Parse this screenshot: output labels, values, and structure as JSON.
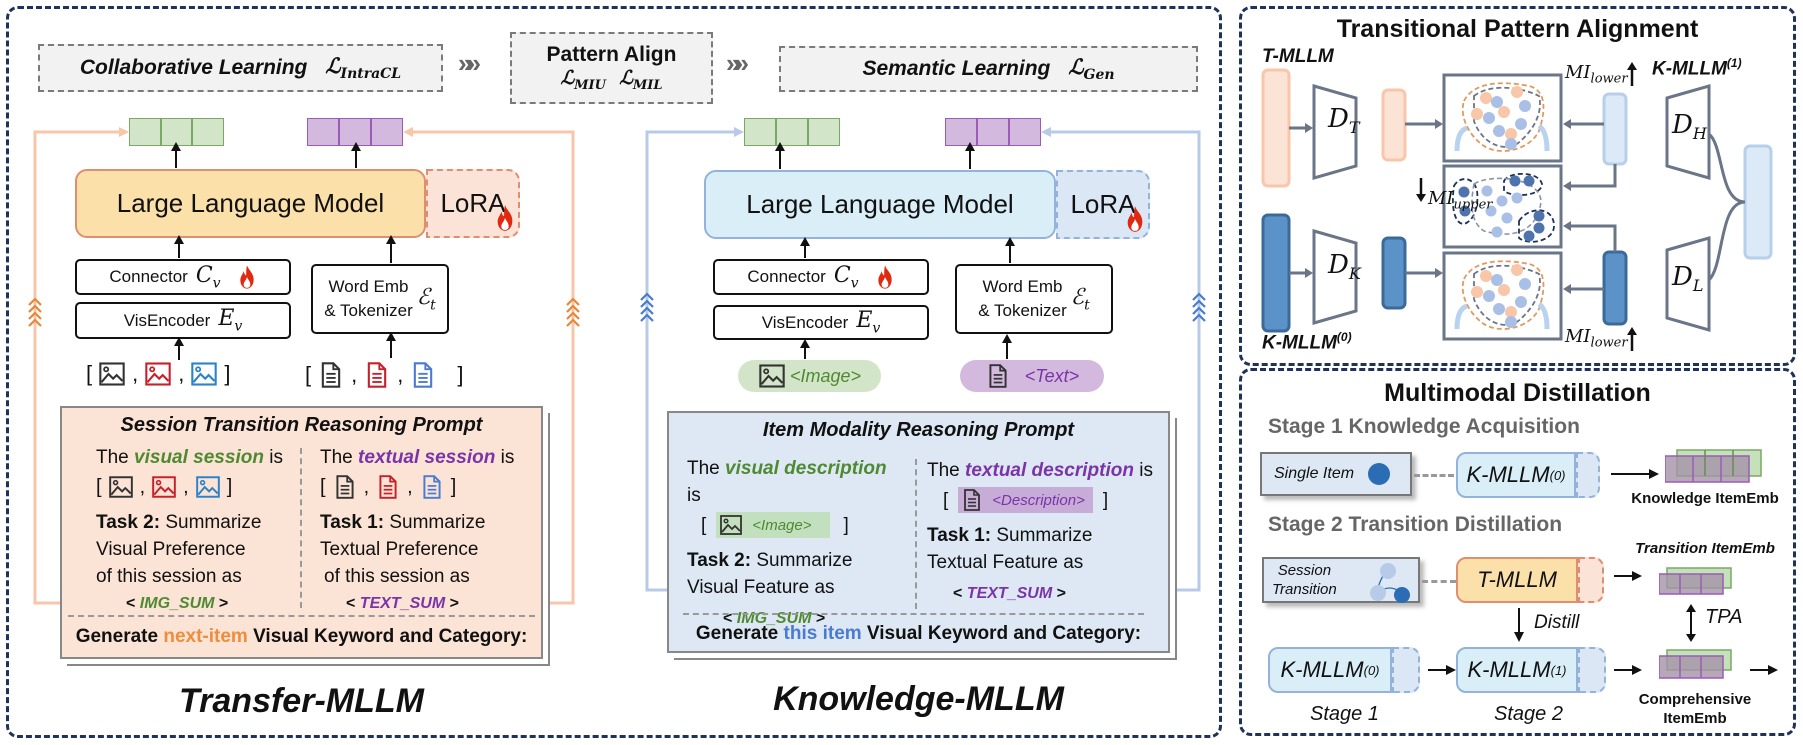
{
  "top_losses": {
    "collaborative": {
      "label": "Collaborative  Learning",
      "symbol": "ℒ",
      "sub": "IntraCL"
    },
    "pattern": {
      "label": "Pattern Align",
      "symbol1": "ℒ",
      "sub1": "MIU",
      "symbol2": "ℒ",
      "sub2": "MIL"
    },
    "semantic": {
      "label": "Semantic Learning",
      "symbol": "ℒ",
      "sub": "Gen"
    },
    "chevrons": "»»"
  },
  "transfer": {
    "llm_label": "Large Language Model",
    "lora_label": "LoRA",
    "connector": {
      "label": "Connector",
      "sym": "C",
      "sub": "v"
    },
    "visencoder": {
      "label": "VisEncoder",
      "sym": "E",
      "sub": "v"
    },
    "wordemb": {
      "line1": "Word Emb",
      "line2": "& Tokenizer",
      "sym": "ℰ",
      "sub": "t"
    },
    "prompt": {
      "title": "Session Transition Reasoning Prompt",
      "left": {
        "pre": "The ",
        "hl": "visual session",
        "post": " is",
        "task": "Task 2:",
        "task_text": " Summarize",
        "l2": "Visual Preference",
        "l3": "of this session as",
        "token": "IMG_SUM"
      },
      "right": {
        "pre": "The ",
        "hl": "textual session",
        "post": " is",
        "task": "Task 1:",
        "task_text": " Summarize",
        "l2": "Textual Preference",
        "l3": "of this session as",
        "token": "TEXT_SUM"
      },
      "gen_pre": "Generate ",
      "gen_hl": "next-item",
      "gen_post": " Visual Keyword and Category:"
    },
    "title": "Transfer-MLLM"
  },
  "knowledge": {
    "llm_label": "Large Language Model",
    "lora_label": "LoRA",
    "connector": {
      "label": "Connector",
      "sym": "C",
      "sub": "v"
    },
    "visencoder": {
      "label": "VisEncoder",
      "sym": "E",
      "sub": "v"
    },
    "wordemb": {
      "line1": "Word Emb",
      "line2": "& Tokenizer",
      "sym": "ℰ",
      "sub": "t"
    },
    "image_pill": "<Image>",
    "text_pill": "<Text>",
    "prompt": {
      "title": "Item Modality Reasoning Prompt",
      "left": {
        "pre": "The ",
        "hl": "visual description",
        "post": " is",
        "chip": "<Image>",
        "task": "Task 2:",
        "task_text": " Summarize",
        "l2": "Visual Feature as",
        "token": "IMG_SUM"
      },
      "right": {
        "pre": "The ",
        "hl": "textual description",
        "post": " is",
        "chip": "<Description>",
        "task": "Task 1:",
        "task_text": " Summarize",
        "l2": "Textual Feature as",
        "token": "TEXT_SUM"
      },
      "gen_pre": "Generate ",
      "gen_hl": "this item",
      "gen_post": " Visual Keyword and Category:"
    },
    "title": "Knowledge-MLLM"
  },
  "tpa": {
    "title": "Transitional Pattern Alignment",
    "t_mllm": "T-MLLM",
    "k_mllm1": "K-MLLM",
    "k_mllm1_sup": "(1)",
    "k_mllm0": "K-MLLM",
    "k_mllm0_sup": "(0)",
    "d_t": "D",
    "d_t_sub": "T",
    "d_k": "D",
    "d_k_sub": "K",
    "d_h": "D",
    "d_h_sub": "H",
    "d_l": "D",
    "d_l_sub": "L",
    "mi_lower": "MI",
    "mi_lower_sub": "lower",
    "mi_upper": "MI",
    "mi_upper_sub": "upper"
  },
  "distill": {
    "title": "Multimodal Distillation",
    "stage1_header": "Stage 1  Knowledge Acquisition",
    "stage2_header": "Stage 2 Transition Distillation",
    "single_item": "Single Item",
    "session_transition_1": "Session",
    "session_transition_2": "Transition",
    "k_mllm": "K-MLLM",
    "sup0": "(0)",
    "sup1": "(1)",
    "t_mllm": "T-MLLM",
    "knowledge_itememb": "Knowledge  ItemEmb",
    "transition_itememb": "Transition ItemEmb",
    "tpa": "TPA",
    "distill": "Distill",
    "comprehensive_1": "Comprehensive",
    "comprehensive_2": "ItemEmb",
    "stage1_label": "Stage 1",
    "stage2_label": "Stage 2"
  },
  "colors": {
    "panel_border": "#1f3257",
    "transfer_llm": "#fbe1a9",
    "knowledge_llm": "#d9eef6",
    "visual_green": "#4f8a32",
    "textual_purple": "#7a34a8",
    "next_item_orange": "#f08c3a",
    "this_item_blue": "#4a7bd0"
  }
}
